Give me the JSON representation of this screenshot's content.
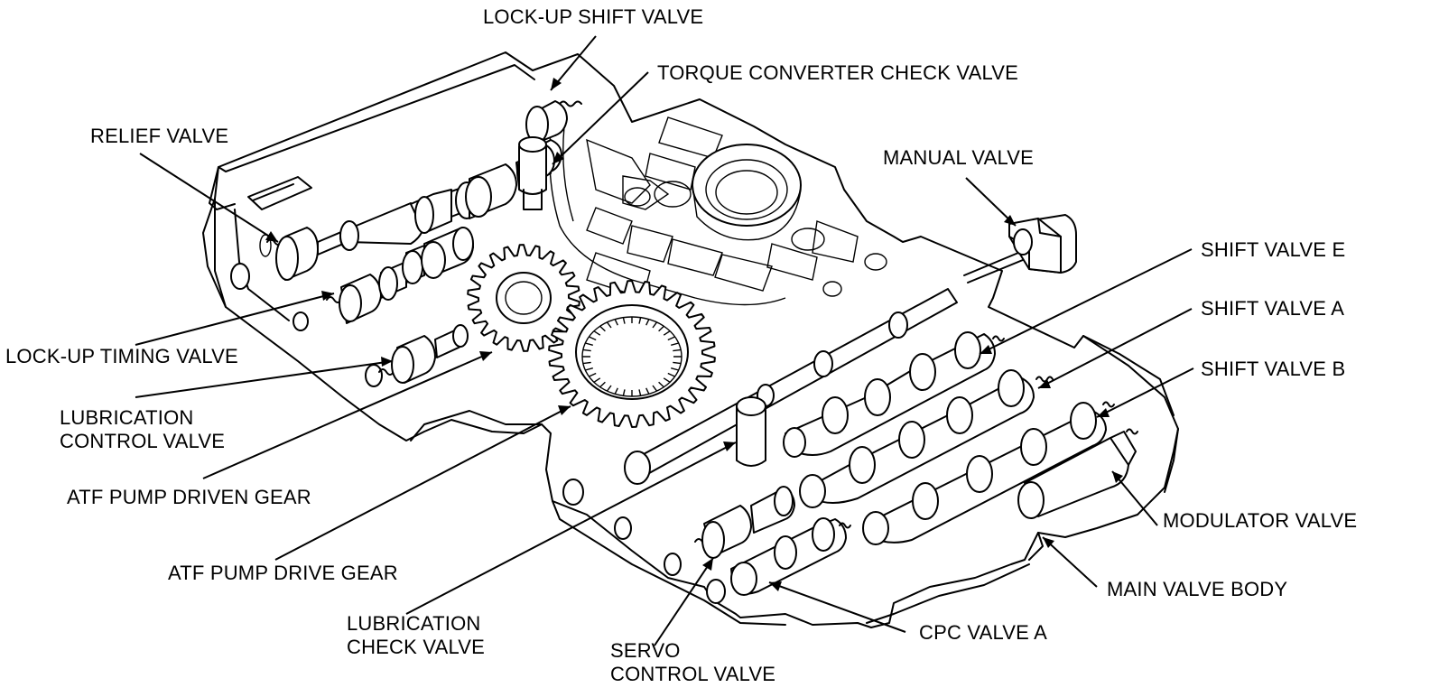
{
  "labels": {
    "lockup_shift_valve": "LOCK-UP SHIFT VALVE",
    "torque_converter_check_valve": "TORQUE CONVERTER CHECK VALVE",
    "relief_valve": "RELIEF VALVE",
    "manual_valve": "MANUAL VALVE",
    "shift_valve_e": "SHIFT VALVE E",
    "shift_valve_a": "SHIFT VALVE A",
    "shift_valve_b": "SHIFT VALVE B",
    "lockup_timing_valve": "LOCK-UP TIMING VALVE",
    "lubrication_control_valve_1": "LUBRICATION",
    "lubrication_control_valve_2": "CONTROL VALVE",
    "atf_pump_driven_gear": "ATF PUMP DRIVEN GEAR",
    "atf_pump_drive_gear": "ATF PUMP DRIVE GEAR",
    "modulator_valve": "MODULATOR VALVE",
    "main_valve_body": "MAIN VALVE BODY",
    "lubrication_check_valve_1": "LUBRICATION",
    "lubrication_check_valve_2": "CHECK VALVE",
    "servo_control_valve_1": "SERVO",
    "servo_control_valve_2": "CONTROL VALVE",
    "cpc_valve_a": "CPC VALVE A"
  }
}
